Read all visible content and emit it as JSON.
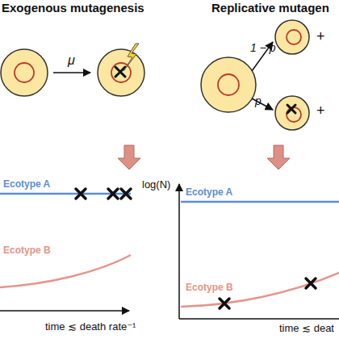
{
  "diagram": {
    "labels": [
      "Exogenous mutagenesis",
      "Replicative mutagen",
      "μ",
      "1 − p",
      "p",
      "+",
      "+",
      "Ecotype A",
      "Ecotype B",
      "time ≲ death rate⁻¹",
      "log(N)",
      "Ecotype A",
      "Ecotype B",
      "time ≲ deat"
    ]
  }
}
